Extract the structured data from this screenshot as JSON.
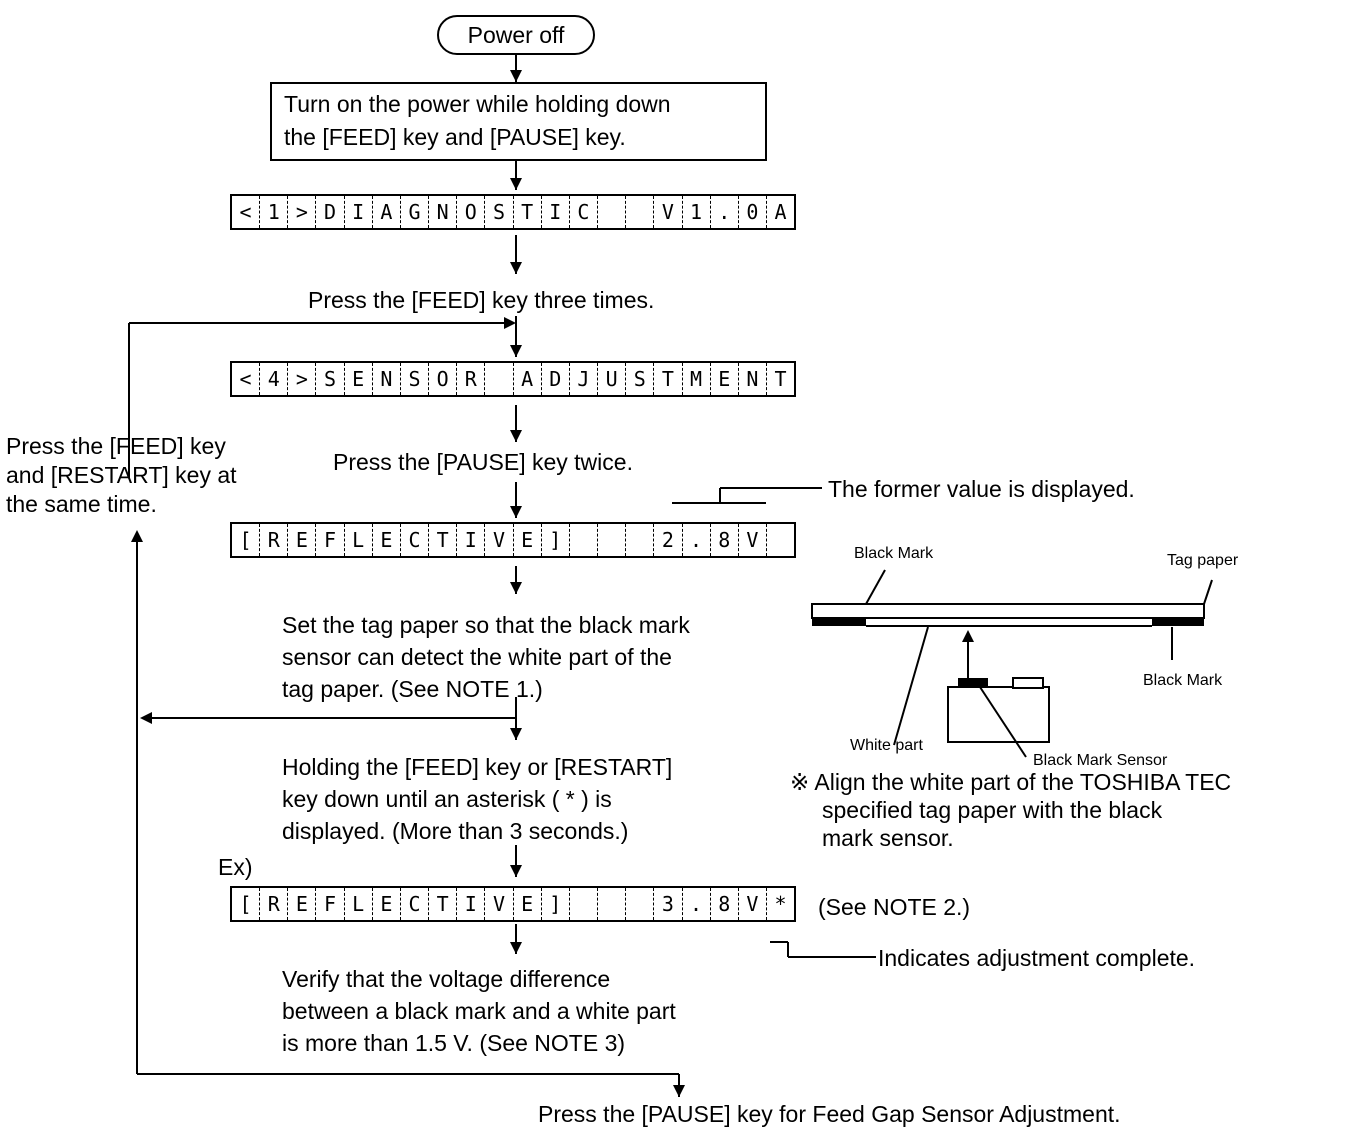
{
  "start": "Power off",
  "step1": [
    "Turn on the power while holding down",
    "the [FEED] key and [PAUSE] key."
  ],
  "lcd1": [
    "<",
    "1",
    ">",
    "D",
    "I",
    "A",
    "G",
    "N",
    "O",
    "S",
    "T",
    "I",
    "C",
    " ",
    " ",
    "V",
    "1",
    ".",
    "0",
    "A"
  ],
  "step2": "Press the [FEED] key three times.",
  "lcd2": [
    "<",
    "4",
    ">",
    "S",
    "E",
    "N",
    "S",
    "O",
    "R",
    " ",
    "A",
    "D",
    "J",
    "U",
    "S",
    "T",
    "M",
    "E",
    "N",
    "T"
  ],
  "loop_label": [
    "Press the [FEED] key",
    "and [RESTART] key at",
    "the same time."
  ],
  "step3": "Press the [PAUSE] key twice.",
  "former_value_note": "The former value is displayed.",
  "lcd3": [
    "[",
    "R",
    "E",
    "F",
    "L",
    "E",
    "C",
    "T",
    "I",
    "V",
    "E",
    "]",
    " ",
    " ",
    " ",
    "2",
    ".",
    "8",
    "V",
    " "
  ],
  "step4": [
    "Set the tag paper so that the black mark",
    "sensor can detect the white part of the",
    "tag paper. (See NOTE 1.)"
  ],
  "step5": [
    "Holding the [FEED] key or [RESTART]",
    "key down until an asterisk ( * ) is",
    "displayed. (More than 3 seconds.)"
  ],
  "ex_label": "Ex)",
  "lcd4": [
    "[",
    "R",
    "E",
    "F",
    "L",
    "E",
    "C",
    "T",
    "I",
    "V",
    "E",
    "]",
    " ",
    " ",
    " ",
    "3",
    ".",
    "8",
    "V",
    "*"
  ],
  "note2": "(See NOTE 2.)",
  "complete_note": "Indicates adjustment complete.",
  "step6": [
    "Verify  that  the  voltage  difference",
    "between a black mark and a white part",
    "is more than 1.5 V. (See NOTE 3)"
  ],
  "final": "Press the [PAUSE] key for Feed Gap Sensor Adjustment.",
  "illustration": {
    "black_mark_top": "Black Mark",
    "tag_paper": "Tag paper",
    "black_mark_right": "Black Mark",
    "white_part": "White part",
    "sensor": "Black Mark Sensor"
  },
  "align_note": [
    "※ Align the white part of the TOSHIBA TEC",
    "specified tag paper with the black",
    "mark sensor."
  ]
}
